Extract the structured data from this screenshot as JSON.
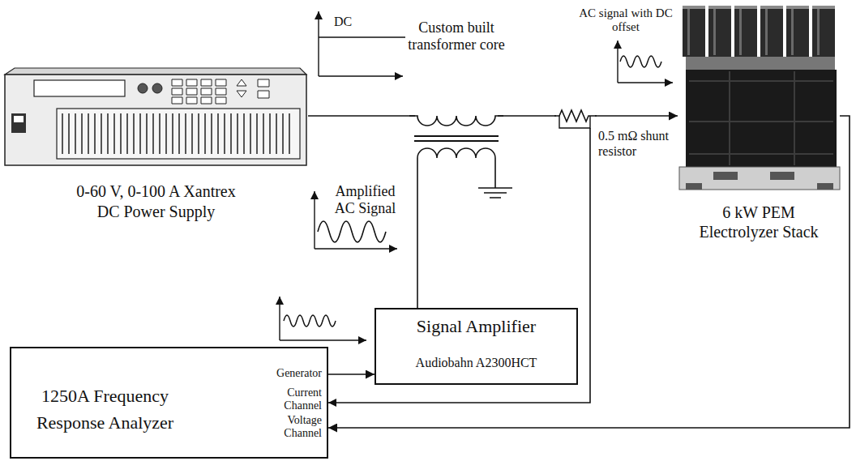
{
  "diagram": {
    "nodes": [
      {
        "text": [
          "0-60 V, 0-100 A Xantrex DC Power Supply"
        ]
      },
      {
        "text": [
          "6 kW PEM Electrolyzer Stack"
        ]
      },
      {
        "text": [
          "Signal Amplifier",
          "Audiobahn A2300HCT"
        ]
      },
      {
        "text": [
          "1250A Frequency Response Analyzer",
          "Generator",
          "Current Channel",
          "Voltage Channel"
        ]
      }
    ],
    "edges": [
      {
        "from": 0,
        "to": 1,
        "arrow": "to"
      },
      {
        "from": 3,
        "to": 2,
        "arrow": "to"
      },
      {
        "from": 1,
        "to": 3,
        "arrow": "to"
      }
    ],
    "labels": [
      "DC",
      "Custom built transformer core",
      "AC signal with DC offset",
      "0.5 mΩ shunt resistor",
      "Amplified AC Signal"
    ]
  }
}
